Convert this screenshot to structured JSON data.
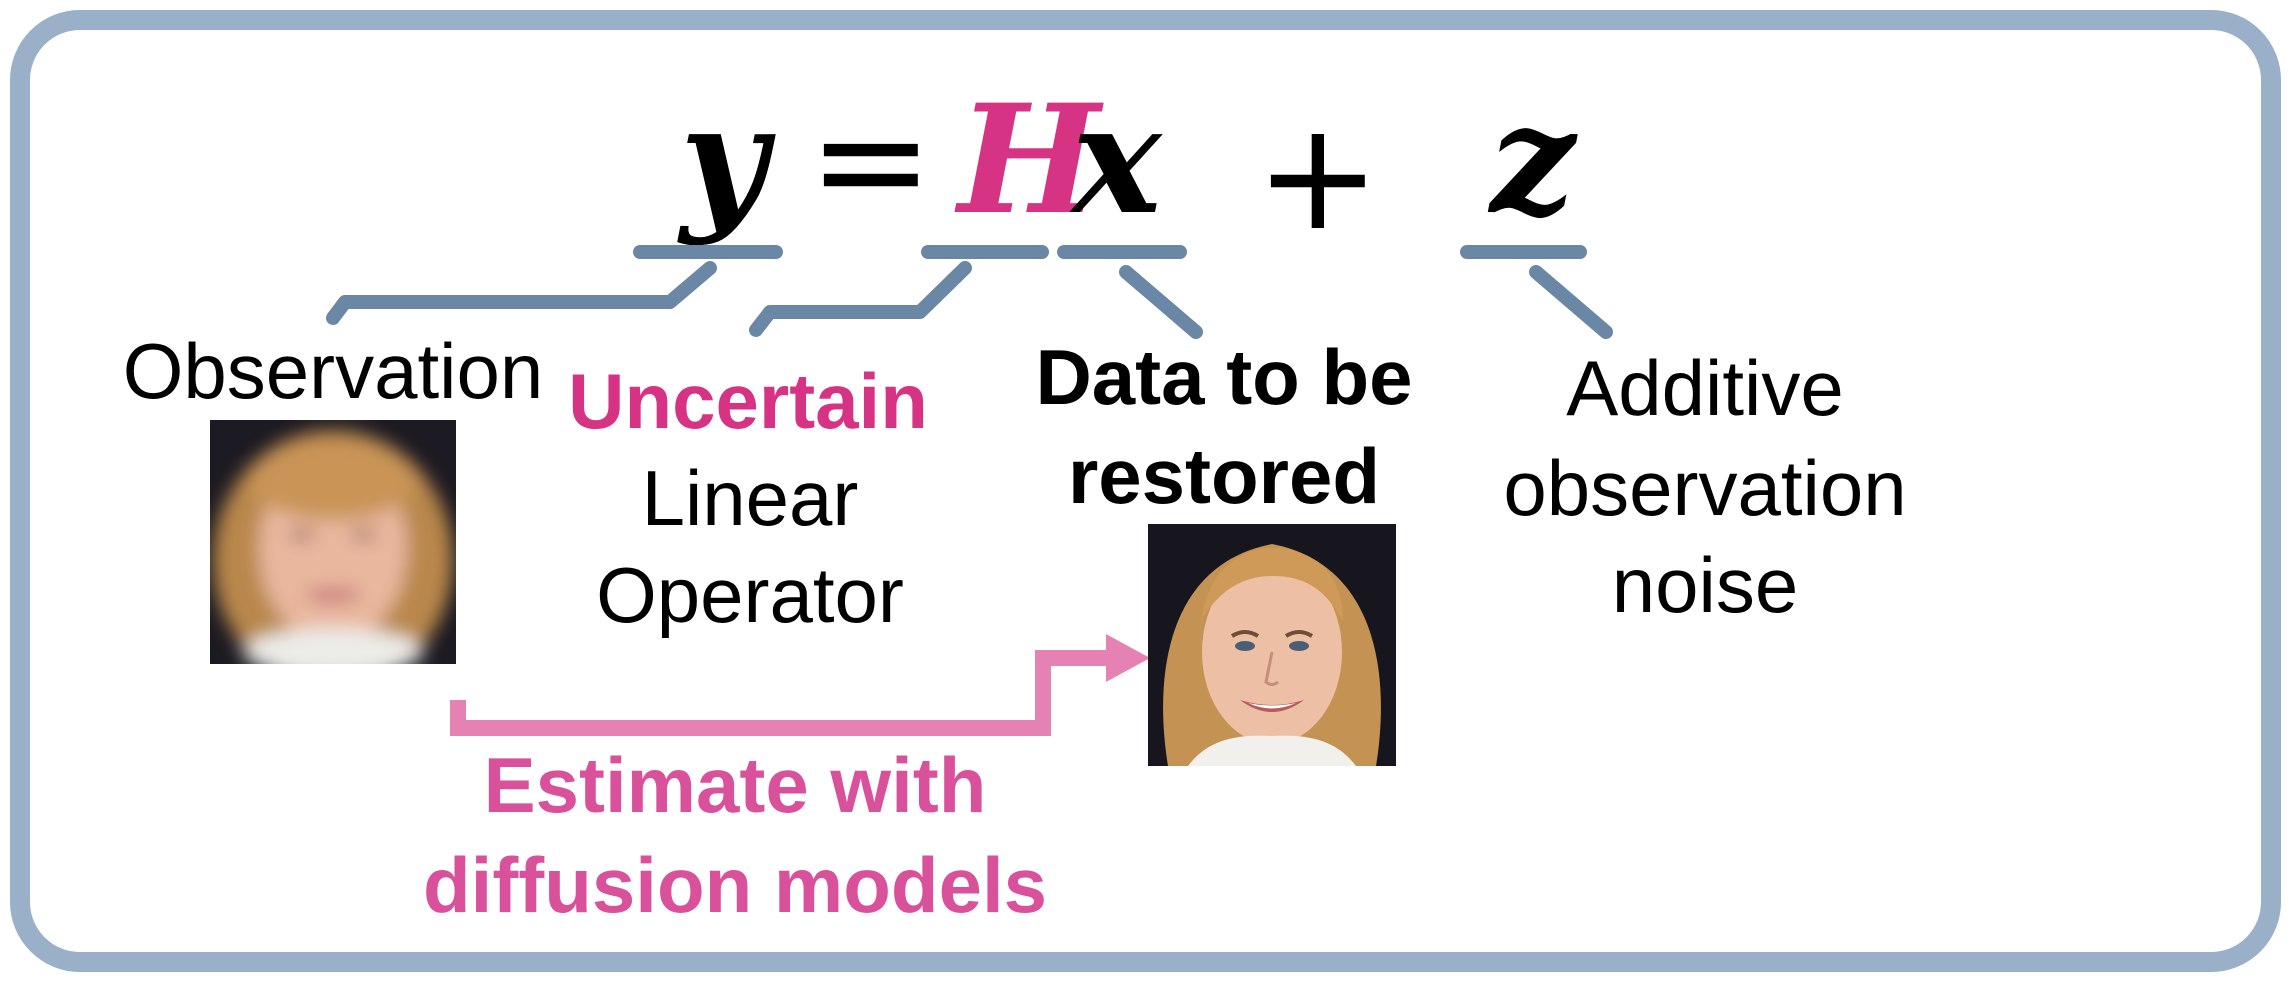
{
  "equation": {
    "y": "y",
    "equals": "=",
    "H": "H",
    "x": "x",
    "plus": "+",
    "z": "z"
  },
  "labels": {
    "observation": "Observation",
    "operator_line1": "Uncertain",
    "operator_line2": "Linear",
    "operator_line3": "Operator",
    "data_line1": "Data to be",
    "data_line2": "restored",
    "noise_line1": "Additive",
    "noise_line2": "observation",
    "noise_line3": "noise",
    "estimate_line1": "Estimate with",
    "estimate_line2": "diffusion models"
  },
  "colors": {
    "frame": "#99b0c8",
    "connector": "#6a88a6",
    "highlight": "#d63384",
    "arrow": "#e681b4",
    "text": "#000000"
  },
  "images": {
    "observation": "blurred-face-photo",
    "restored": "sharp-face-photo"
  }
}
